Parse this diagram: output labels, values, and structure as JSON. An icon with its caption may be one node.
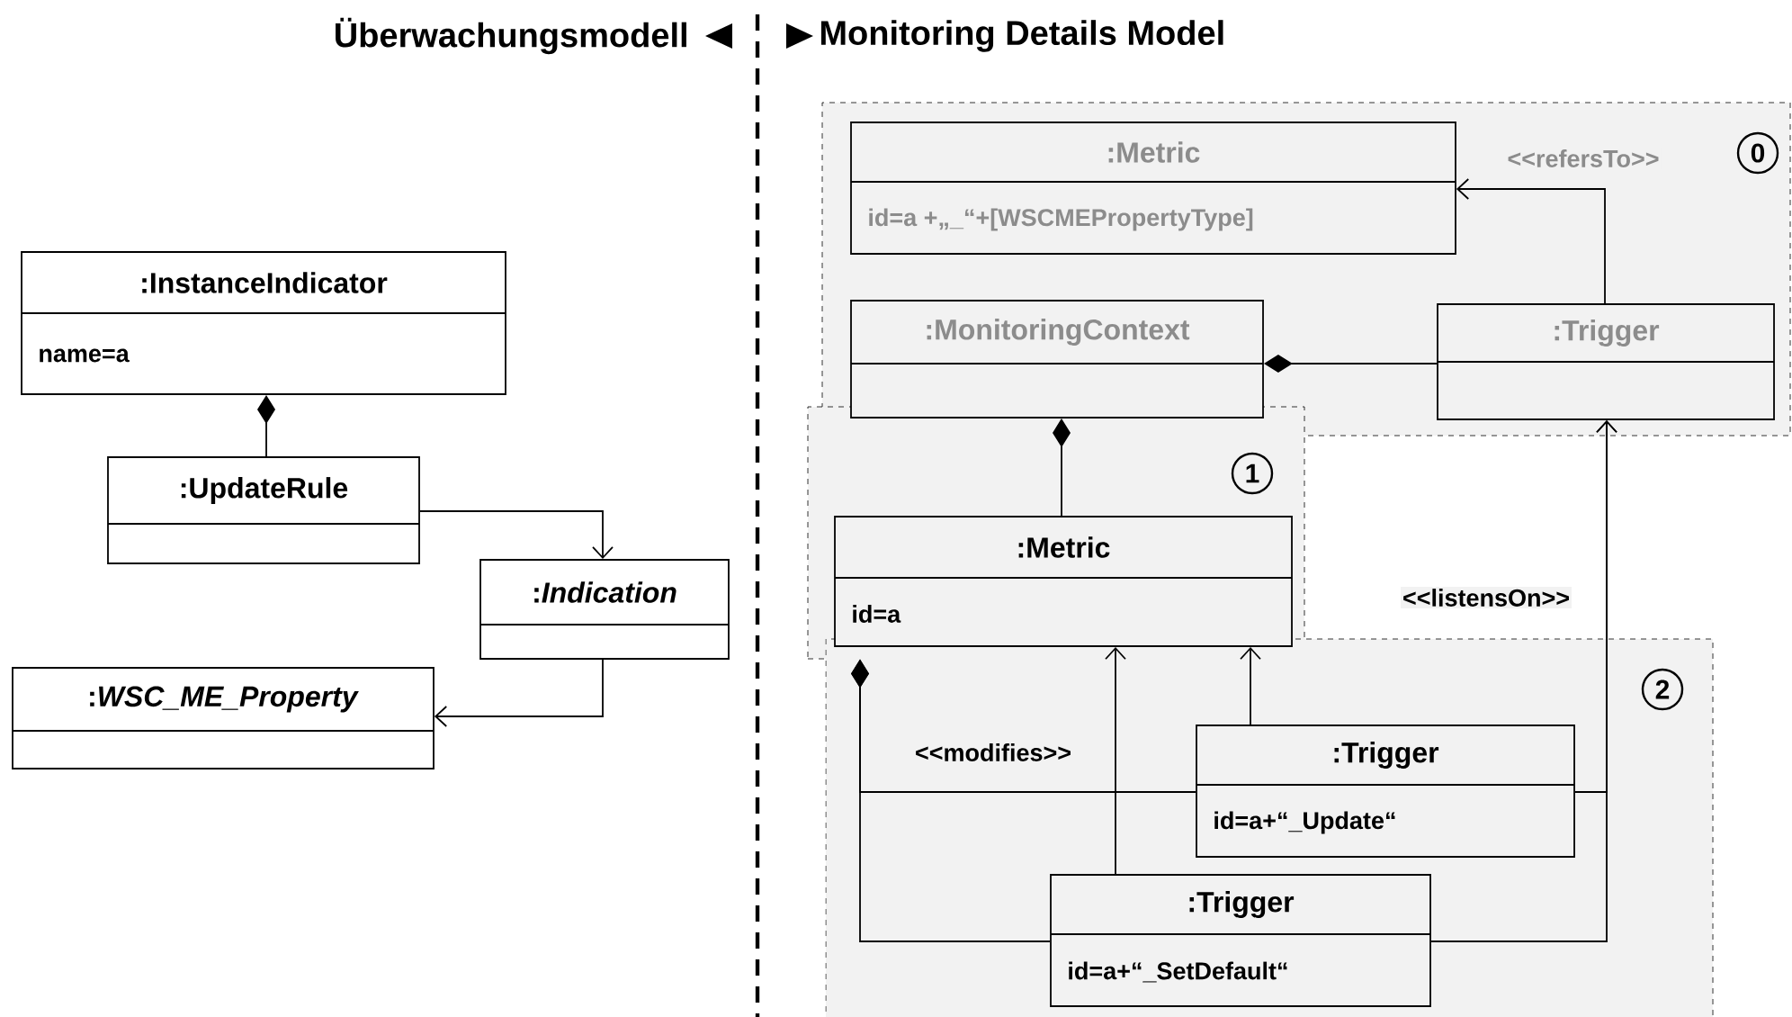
{
  "diagram": {
    "nodes": [
      {
        "text": [
          ":InstanceIndicator",
          "name=a"
        ]
      },
      {
        "text": [
          ":UpdateRule"
        ]
      },
      {
        "text": [
          ":*Indication*"
        ]
      },
      {
        "text": [
          ":*WSC_ME_Property*"
        ]
      },
      {
        "text": [
          "0"
        ]
      },
      {
        "text": [
          ":Metric",
          "id=a +„_“+[WSCMEPropertyType]"
        ],
        "in": 4
      },
      {
        "text": [
          ":MonitoringContext"
        ],
        "in": 4
      },
      {
        "text": [
          ":Trigger"
        ],
        "in": 4
      },
      {
        "text": [
          "1"
        ]
      },
      {
        "text": [
          ":Metric",
          "id=a"
        ],
        "in": 8
      },
      {
        "text": [
          "2"
        ]
      },
      {
        "text": [
          ":Trigger",
          "id=a+“_Update“"
        ],
        "in": 10
      },
      {
        "text": [
          ":Trigger",
          "id=a+“_SetDefault“"
        ],
        "in": 10
      }
    ],
    "edges": [
      {
        "from": 1,
        "to": 0,
        "arrow": "other"
      },
      {
        "from": 1,
        "to": 2,
        "arrow": "to"
      },
      {
        "from": 2,
        "to": 3,
        "arrow": "to"
      },
      {
        "from": 7,
        "to": 5,
        "arrow": "to",
        "label": "<<refersTo>>"
      },
      {
        "from": 7,
        "to": 6,
        "arrow": "other"
      },
      {
        "from": 9,
        "to": 6,
        "arrow": "other"
      },
      {
        "from": 12,
        "to": 9,
        "arrow": "to",
        "label": "<<modifies>>"
      },
      {
        "from": 11,
        "to": 9,
        "arrow": "to"
      },
      {
        "from": 11,
        "to": 8,
        "arrow": "other"
      },
      {
        "from": 12,
        "to": 8,
        "arrow": "other"
      },
      {
        "from": 11,
        "to": 7,
        "arrow": "to",
        "label": "<<listensOn>>"
      },
      {
        "from": 12,
        "to": 7,
        "arrow": "to"
      }
    ],
    "labels": [
      "Überwachungsmodell",
      "Monitoring Details Model"
    ]
  }
}
